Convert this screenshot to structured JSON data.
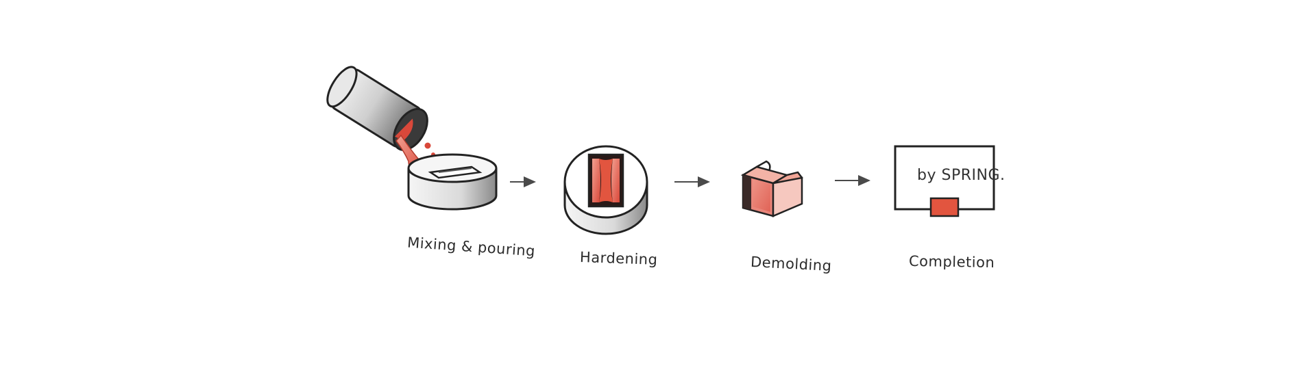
{
  "steps": [
    {
      "label": "Mixing & pouring"
    },
    {
      "label": "Hardening"
    },
    {
      "label": "Demolding"
    },
    {
      "label": "Completion"
    }
  ],
  "product_text": "by SPRING.",
  "colors": {
    "accent": "#e2553f",
    "accent_light": "#f1a596",
    "stroke": "#222222",
    "shade": "#9a9a9a"
  },
  "icons": [
    "pouring-cup-icon",
    "round-mold-icon",
    "demolded-piece-icon",
    "finished-stand-icon",
    "arrow-right-icon"
  ]
}
